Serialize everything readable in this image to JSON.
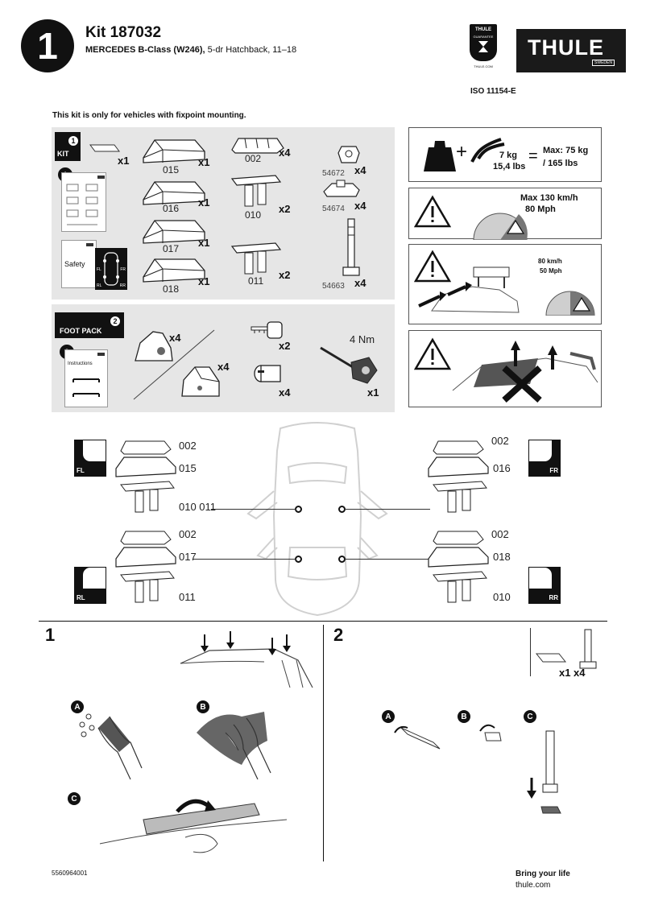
{
  "header": {
    "step_number": "1",
    "kit_title": "Kit 187032",
    "vehicle_bold": "MERCEDES B-Class (W246),",
    "vehicle_rest": " 5-dr Hatchback, 11–18",
    "iso": "ISO 11154-E",
    "fixpoint_note": "This kit is only for vehicles with fixpoint mounting.",
    "guarantee_brand": "THULE",
    "guarantee_label": "GUARANTEE",
    "guarantee_site": "THULE.COM",
    "logo_word": "THULE",
    "logo_country": "SWEDEN"
  },
  "kit_panel": {
    "tag_number": "1",
    "tag_label": "KIT",
    "booklet_number": "1",
    "safety_label": "Safety",
    "booklet_qty": "x1",
    "diagram_corners": [
      "FL",
      "FR",
      "RL",
      "RR"
    ],
    "parts": [
      {
        "code": "015",
        "qty": "x1"
      },
      {
        "code": "016",
        "qty": "x1"
      },
      {
        "code": "017",
        "qty": "x1"
      },
      {
        "code": "018",
        "qty": "x1"
      },
      {
        "code": "002",
        "qty": "x4"
      },
      {
        "code": "010",
        "qty": "x2"
      },
      {
        "code": "011",
        "qty": "x2"
      },
      {
        "code": "54672",
        "qty": "x4"
      },
      {
        "code": "54674",
        "qty": "x4"
      },
      {
        "code": "54663",
        "qty": "x4"
      }
    ]
  },
  "foot_panel": {
    "tag_label": "FOOT PACK",
    "tag_number": "2",
    "booklet_number": "2",
    "instructions_label": "Instructions",
    "foot_qty": "x4",
    "foot2_qty": "x4",
    "key_qty": "x2",
    "lock_qty": "x4",
    "torque_label": "4 Nm",
    "torque_qty": "x1"
  },
  "warnings": {
    "load_weight": "7 kg",
    "load_lbs": "15,4 lbs",
    "equals": "=",
    "plus": "+",
    "max_load": "Max: 75 kg",
    "max_load_lbs": "/ 165 lbs",
    "speed_kmh": "Max  130 km/h",
    "speed_mph": "80 Mph",
    "cross_kmh": "80 km/h",
    "cross_mph": "50 Mph"
  },
  "mounting": {
    "front_left": {
      "top": "002",
      "mid": "015",
      "bottom": "010 011",
      "corner": "FL"
    },
    "front_right": {
      "top": "002",
      "mid": "016",
      "corner": "FR"
    },
    "rear_left": {
      "top": "002",
      "mid": "017",
      "bottom": "011",
      "corner": "RL"
    },
    "rear_right": {
      "top": "002",
      "mid": "018",
      "bottom": "010",
      "corner": "RR"
    }
  },
  "steps": {
    "step1_number": "1",
    "step2_number": "2",
    "step1_letters": [
      "A",
      "B",
      "C"
    ],
    "step2_letters": [
      "A",
      "B",
      "C"
    ],
    "step2_qty_a": "x1",
    "step2_qty_b": "x4"
  },
  "footer": {
    "code": "5560964001",
    "tagline": "Bring your life",
    "website": "thule.com"
  }
}
